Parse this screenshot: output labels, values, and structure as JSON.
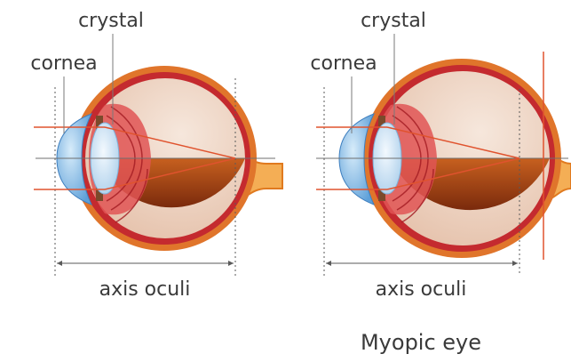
{
  "diagrams": [
    {
      "id": "normal",
      "labels": {
        "lens": "crystal",
        "cornea": "cornea",
        "axis": "axis oculi"
      },
      "caption": ""
    },
    {
      "id": "myopic",
      "labels": {
        "lens": "crystal",
        "cornea": "cornea",
        "axis": "axis oculi"
      },
      "caption": "Myopic eye"
    }
  ],
  "colors": {
    "ray": "#e0532e",
    "axis_line": "#7a7a7a",
    "sclera": "#e06d24",
    "choroid": "#c1232b",
    "vitreous_upper": "#e6cdbd",
    "vitreous_lower": "#a94614",
    "cornea": "#9cc6ea",
    "lens": "#cfe4f5",
    "optic_nerve": "#f2a64a"
  }
}
